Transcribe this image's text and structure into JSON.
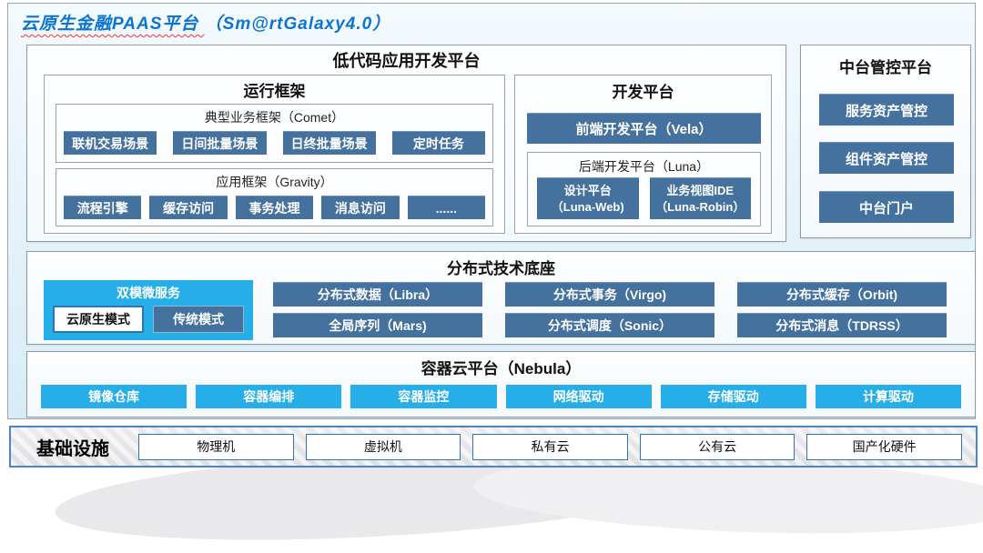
{
  "title": {
    "main": "云原生金融PAAS平台 ",
    "suffix": "（Sm@rtGalaxy4.0）"
  },
  "colors": {
    "accent_steel_blue": "#44719e",
    "accent_cyan": "#25aee8",
    "title_blue": "#0b74d1",
    "border_blue": "#2e75b6",
    "background_light_blue": "#e7f3fa"
  },
  "lowcode": {
    "title": "低代码应用开发平台",
    "runtime": {
      "title": "运行框架",
      "comet": {
        "label": "典型业务框架（Comet）",
        "buttons": [
          "联机交易场景",
          "日间批量场景",
          "日终批量场景",
          "定时任务"
        ]
      },
      "gravity": {
        "label": "应用框架（Gravity）",
        "buttons": [
          "流程引擎",
          "缓存访问",
          "事务处理",
          "消息访问",
          "......"
        ]
      }
    },
    "dev": {
      "title": "开发平台",
      "vela_button": "前端开发平台（Vela）",
      "luna": {
        "label": "后端开发平台（Luna）",
        "buttons": [
          {
            "line1": "设计平台",
            "line2": "（Luna-Web)"
          },
          {
            "line1": "业务视图IDE",
            "line2": "（Luna-Robin）"
          }
        ]
      }
    }
  },
  "midplatform": {
    "title": "中台管控平台",
    "buttons": [
      "服务资产管控",
      "组件资产管控",
      "中台门户"
    ]
  },
  "distributed": {
    "title": "分布式技术底座",
    "dualmode": {
      "label": "双模微服务",
      "cloud_native": "云原生模式",
      "traditional": "传统模式"
    },
    "row1": [
      "分布式数据（Libra）",
      "分布式事务（Virgo)",
      "分布式缓存（Orbit)"
    ],
    "row2": [
      "全局序列（Mars)",
      "分布式调度（Sonic）",
      "分布式消息（TDRSS）"
    ]
  },
  "nebula": {
    "title": "容器云平台（Nebula）",
    "buttons": [
      "镜像仓库",
      "容器编排",
      "容器监控",
      "网络驱动",
      "存储驱动",
      "计算驱动"
    ]
  },
  "infrastructure": {
    "title": "基础设施",
    "items": [
      "物理机",
      "虚拟机",
      "私有云",
      "公有云",
      "国产化硬件"
    ]
  }
}
